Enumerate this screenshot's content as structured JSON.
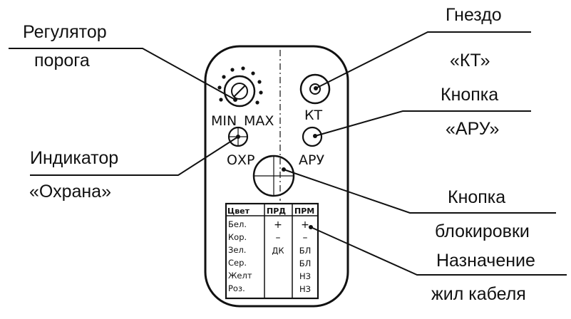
{
  "colors": {
    "ink": "#111111",
    "background": "#ffffff"
  },
  "callouts": {
    "threshold": {
      "line1": "Регулятор",
      "line2": "порога"
    },
    "kt_socket": {
      "line1": "Гнездо",
      "line2": "«КТ»"
    },
    "aru_button": {
      "line1": "Кнопка",
      "line2": "«АРУ»"
    },
    "guard_indicator": {
      "line1": "Индикатор",
      "line2": "«Охрана»"
    },
    "lock_button": {
      "line1": "Кнопка",
      "line2": "блокировки"
    },
    "cable_assignment": {
      "line1": "Назначение",
      "line2": "жил кабеля"
    }
  },
  "panel": {
    "knob_min": "MIN",
    "knob_max": "MAX",
    "kt_label": "КТ",
    "guard_label": "ОХР",
    "aru_label": "АРУ",
    "table": {
      "headers": [
        "Цвет",
        "ПРД",
        "ПРМ"
      ],
      "colors": [
        "Бел.",
        "Кор.",
        "Зел.",
        "Сер.",
        "Желт",
        "Роз."
      ],
      "prd": [
        "+",
        "–",
        "ДК",
        "",
        "",
        ""
      ],
      "prm": [
        "+",
        "–",
        "БЛ",
        "БЛ",
        "НЗ",
        "НЗ"
      ]
    }
  }
}
